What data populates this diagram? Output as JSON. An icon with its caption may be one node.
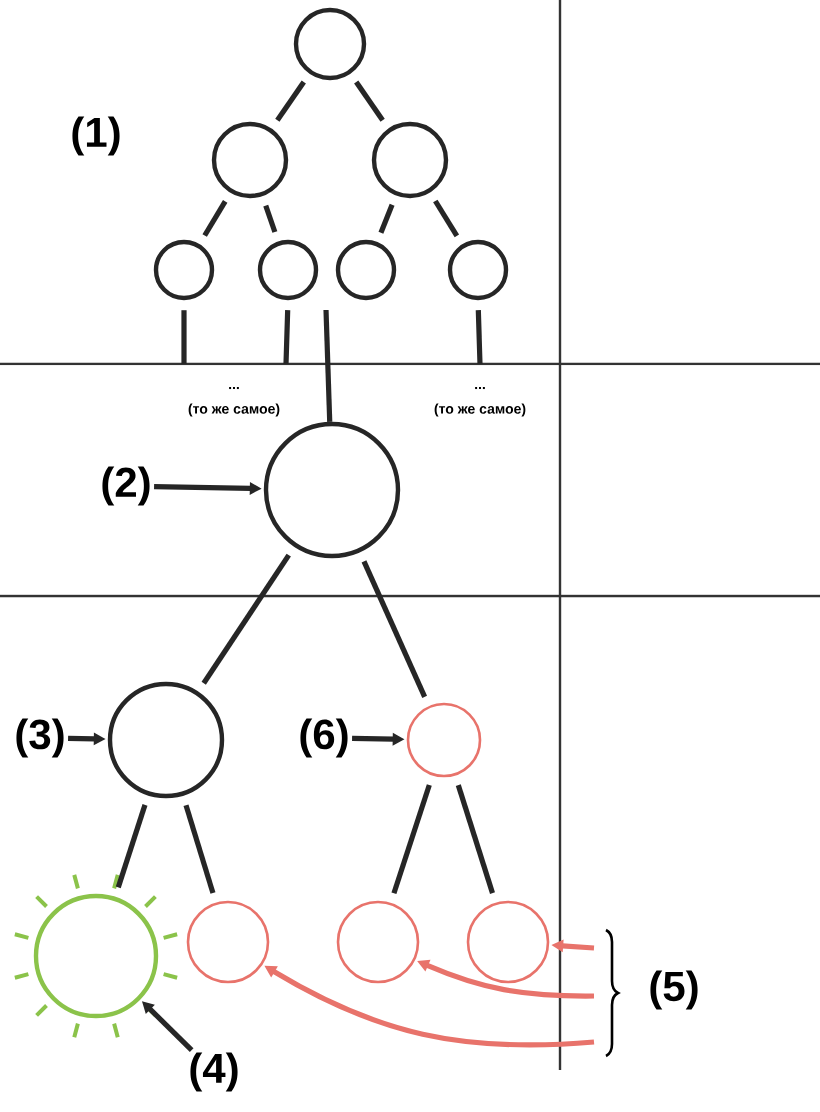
{
  "diagram": {
    "nodes": [
      {
        "text": [],
        "shape": "circle"
      },
      {
        "text": [],
        "shape": "circle"
      },
      {
        "text": [],
        "shape": "circle"
      },
      {
        "text": [],
        "shape": "circle"
      },
      {
        "text": [],
        "shape": "circle"
      },
      {
        "text": [],
        "shape": "circle"
      },
      {
        "text": [],
        "shape": "circle"
      },
      {
        "text": [],
        "shape": "circle"
      },
      {
        "text": [
          "(2)"
        ]
      },
      {
        "text": [],
        "shape": "circle"
      },
      {
        "text": [
          "(3)"
        ]
      },
      {
        "text": [],
        "shape": "circle"
      },
      {
        "text": [
          "(6)"
        ]
      },
      {
        "text": [],
        "shape": "circle"
      },
      {
        "text": [],
        "shape": "circle"
      },
      {
        "text": [],
        "shape": "circle"
      },
      {
        "text": [],
        "shape": "circle"
      },
      {
        "text": [
          "(4)"
        ]
      },
      {
        "text": [
          "(5)"
        ]
      }
    ],
    "edges": [
      {
        "from": 0,
        "to": 1,
        "arrow": "none"
      },
      {
        "from": 0,
        "to": 2,
        "arrow": "none"
      },
      {
        "from": 1,
        "to": 3,
        "arrow": "none"
      },
      {
        "from": 1,
        "to": 4,
        "arrow": "none"
      },
      {
        "from": 2,
        "to": 5,
        "arrow": "none"
      },
      {
        "from": 2,
        "to": 6,
        "arrow": "none"
      },
      {
        "from": 3,
        "to": null,
        "arrow": "none"
      },
      {
        "from": 4,
        "to": null,
        "arrow": "none"
      },
      {
        "from": 6,
        "to": null,
        "arrow": "none"
      },
      {
        "from": null,
        "to": 7,
        "arrow": "none"
      },
      {
        "from": 8,
        "to": 7,
        "arrow": "to"
      },
      {
        "from": 7,
        "to": 9,
        "arrow": "none"
      },
      {
        "from": 7,
        "to": 11,
        "arrow": "none"
      },
      {
        "from": 10,
        "to": 9,
        "arrow": "to"
      },
      {
        "from": 12,
        "to": 11,
        "arrow": "to"
      },
      {
        "from": 9,
        "to": 13,
        "arrow": "none"
      },
      {
        "from": 9,
        "to": 14,
        "arrow": "none"
      },
      {
        "from": 11,
        "to": 15,
        "arrow": "none"
      },
      {
        "from": 11,
        "to": 16,
        "arrow": "none"
      },
      {
        "from": 17,
        "to": 13,
        "arrow": "to"
      },
      {
        "from": 18,
        "to": 16,
        "arrow": "to",
        "color": "#e8736b"
      },
      {
        "from": 18,
        "to": 15,
        "arrow": "to",
        "color": "#e8736b"
      },
      {
        "from": 18,
        "to": 14,
        "arrow": "to",
        "color": "#e8736b"
      }
    ],
    "labels": [
      "(1)",
      "...",
      "(то же самое)",
      "...",
      "(то же самое)"
    ]
  }
}
